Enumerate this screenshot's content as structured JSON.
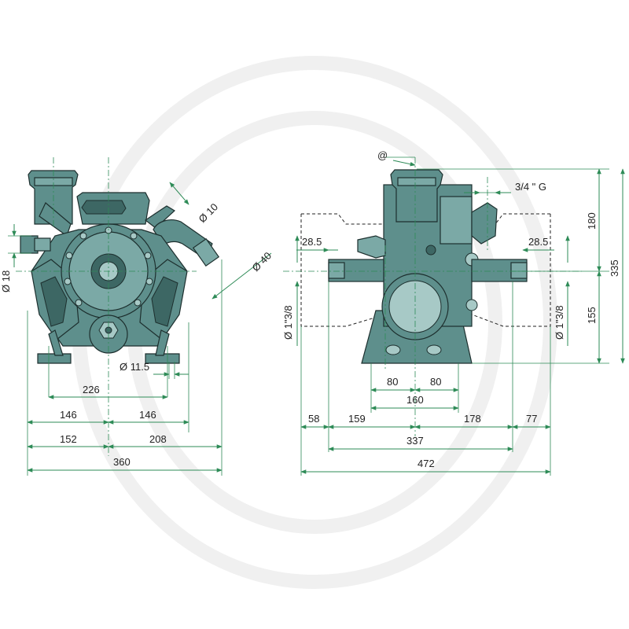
{
  "drawing": {
    "front_view": {
      "dimensions": {
        "d_diameter_18": "Ø 18",
        "d_diameter_10": "Ø 10",
        "d_diameter_40": "Ø 40",
        "d_diameter_11_5": "Ø 11.5",
        "d_226": "226",
        "d_146_left": "146",
        "d_146_right": "146",
        "d_152": "152",
        "d_208": "208",
        "d_360": "360"
      }
    },
    "side_view": {
      "dimensions": {
        "thread_label": "3/4 \" G",
        "at_marker": "@",
        "d_28_5_left": "28.5",
        "d_28_5_right": "28.5",
        "d_180": "180",
        "d_335": "335",
        "d_155": "155",
        "d_port_left": "Ø 1\"3/8",
        "d_port_right": "Ø 1\"3/8",
        "d_80_left": "80",
        "d_80_right": "80",
        "d_160": "160",
        "d_58": "58",
        "d_159": "159",
        "d_178": "178",
        "d_77": "77",
        "d_337": "337",
        "d_472": "472"
      }
    }
  }
}
